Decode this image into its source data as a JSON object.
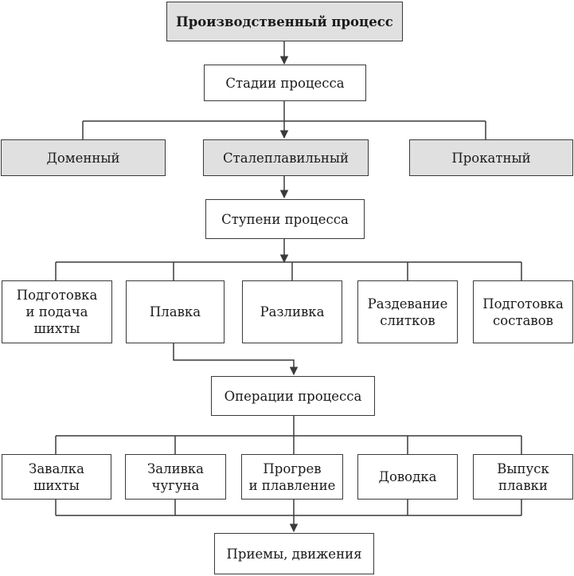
{
  "title": "Производственный процесс",
  "stages_header": "Стадии процесса",
  "stages": [
    "Доменный",
    "Сталеплавильный",
    "Прокатный"
  ],
  "steps_header": "Ступени процесса",
  "steps": [
    "Подготовка\nи подача\nшихты",
    "Плавка",
    "Разливка",
    "Раздевание\nслитков",
    "Подготовка\nсоставов"
  ],
  "operations_header": "Операции процесса",
  "operations": [
    "Завалка\nшихты",
    "Заливка\nчугуна",
    "Прогрев\nи плавление",
    "Доводка",
    "Выпуск\nплавки"
  ],
  "techniques_header": "Приемы, движения",
  "colors": {
    "line": "#3a3a3a",
    "highlight_fill": "#e0e0e0",
    "box_fill": "#ffffff"
  }
}
